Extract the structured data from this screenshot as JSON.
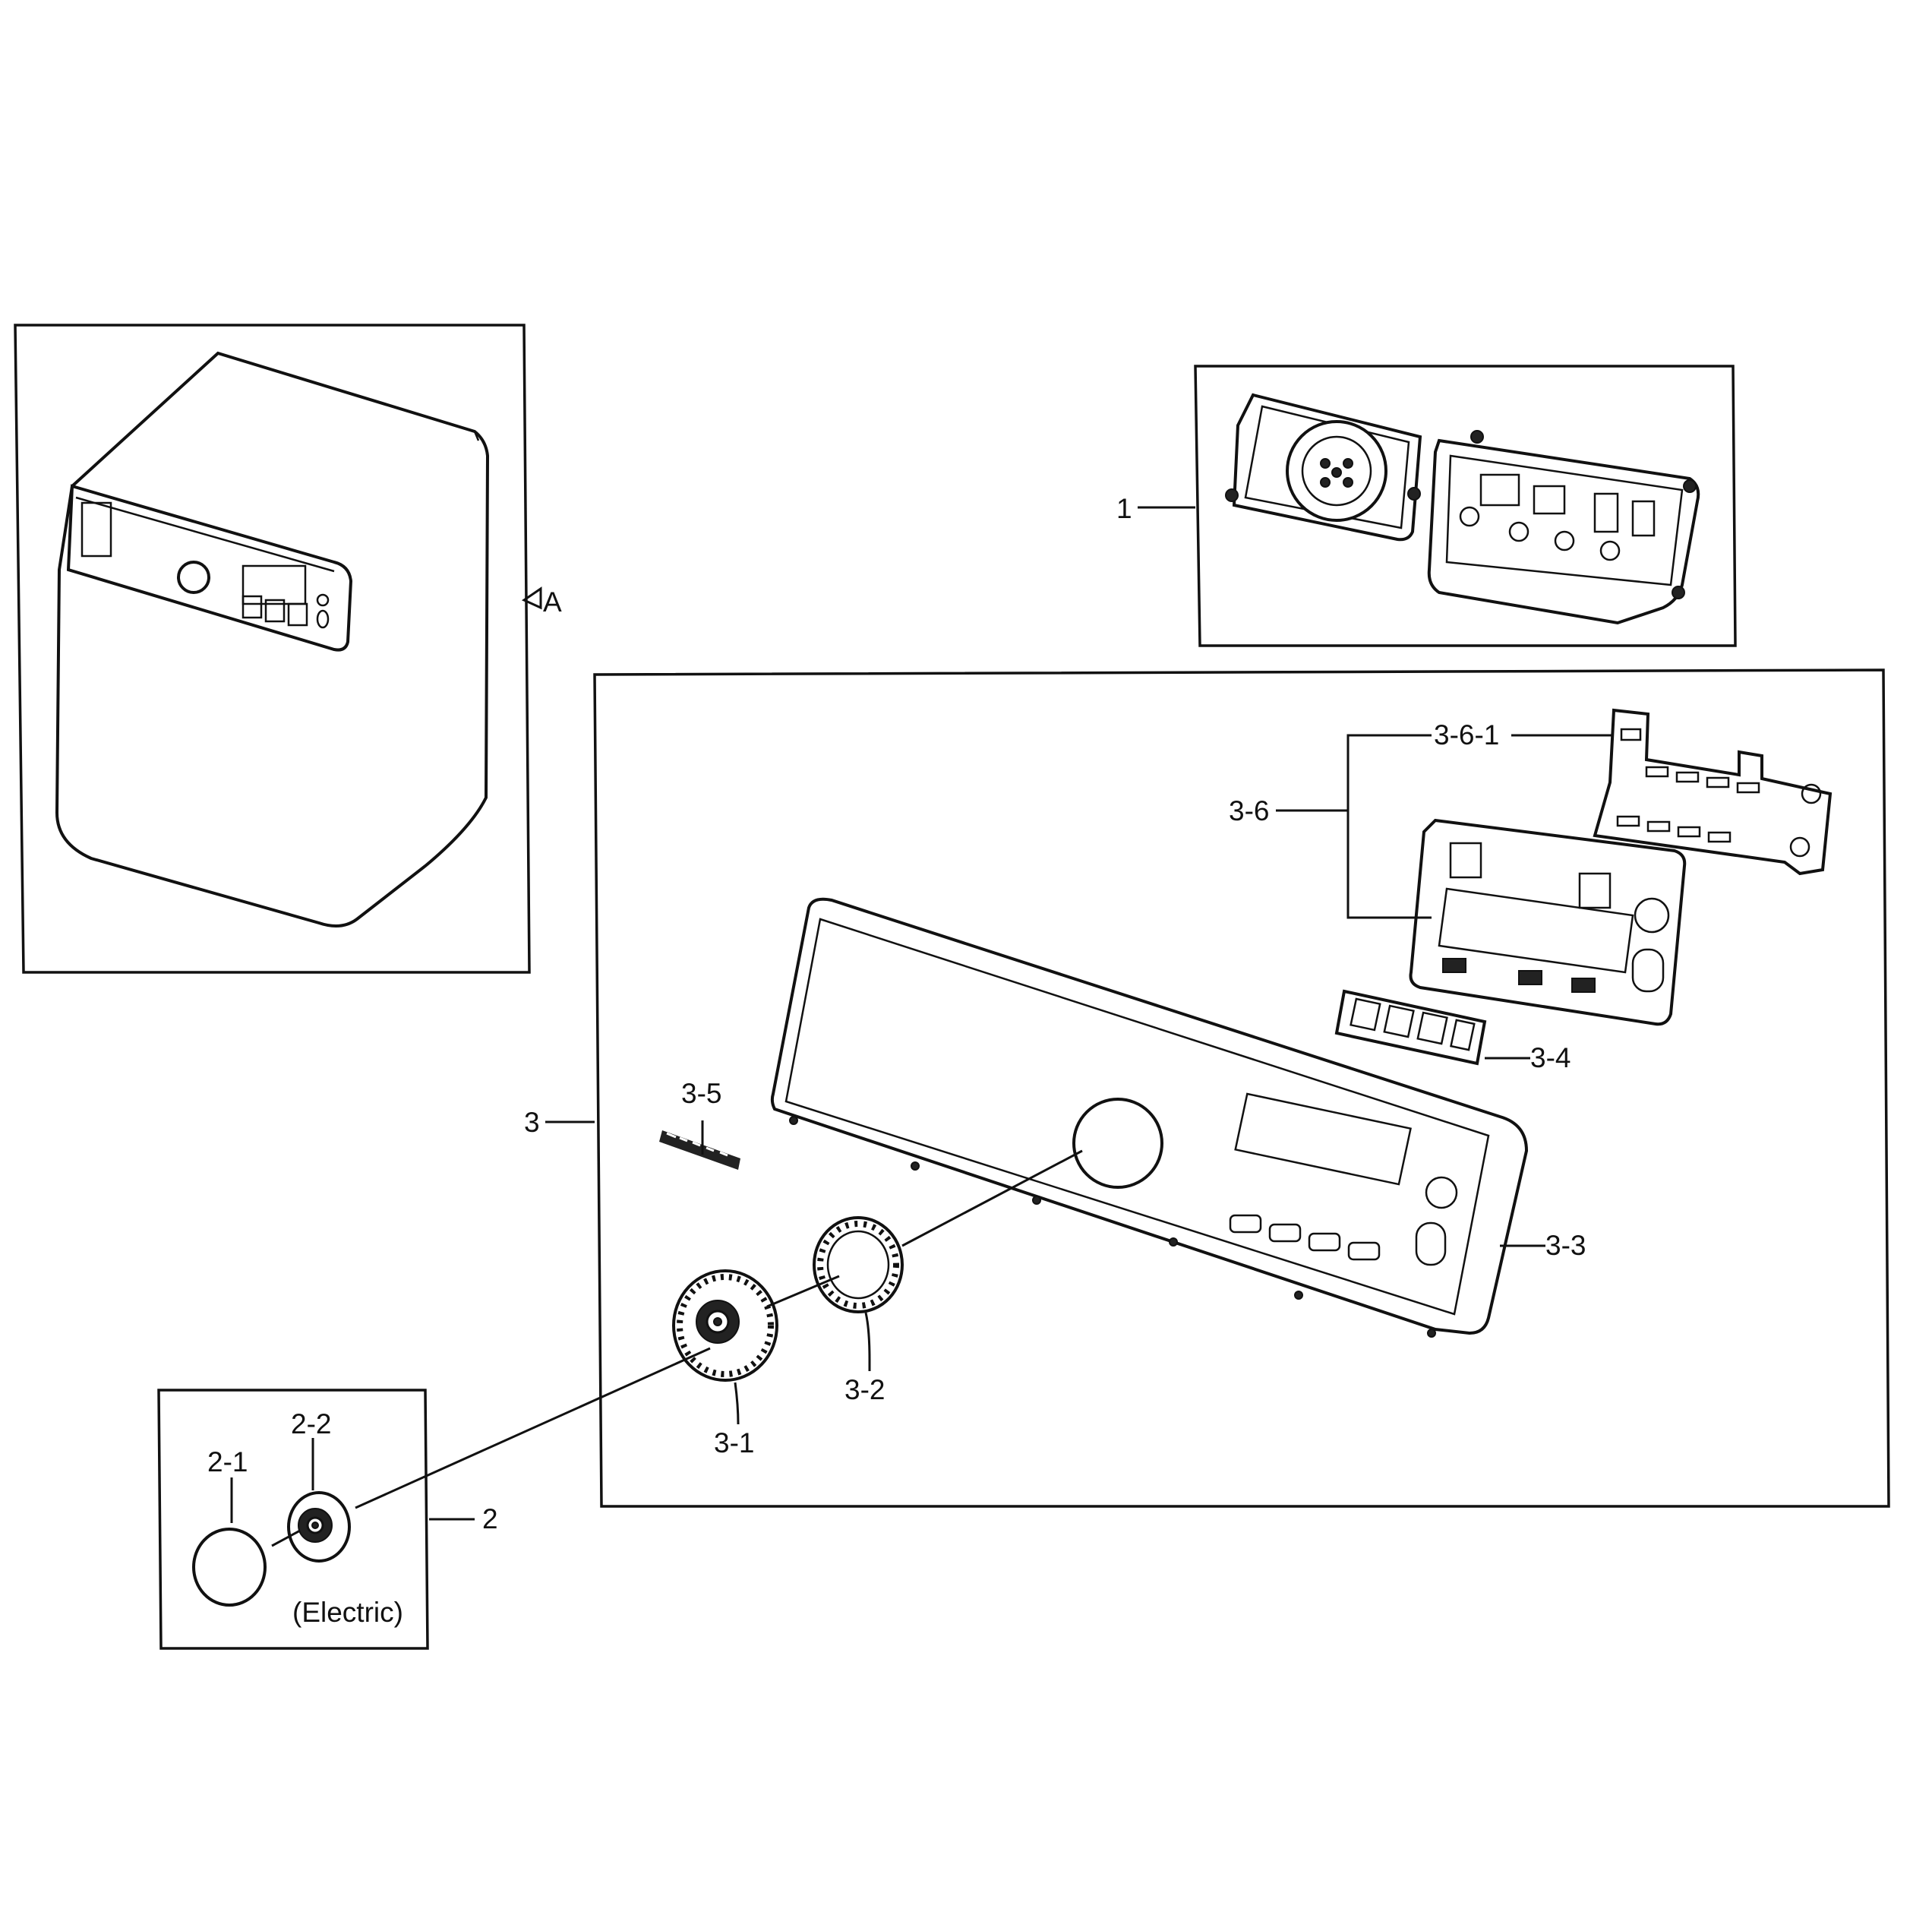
{
  "callouts": {
    "p1": "1",
    "p2": "2",
    "p2_1": "2-1",
    "p2_2": "2-2",
    "p3": "3",
    "p3_1": "3-1",
    "p3_2": "3-2",
    "p3_3": "3-3",
    "p3_4": "3-4",
    "p3_5": "3-5",
    "p3_6": "3-6",
    "p3_6_1": "3-6-1",
    "view_a": "A"
  },
  "notes": {
    "electric": "(Electric)"
  },
  "icons": [
    "dryer-overview-icon",
    "control-pcb-icon",
    "knob-icon",
    "control-panel-icon",
    "button-set-icon",
    "display-pcb-icon",
    "bracket-icon",
    "logo-badge-icon"
  ]
}
